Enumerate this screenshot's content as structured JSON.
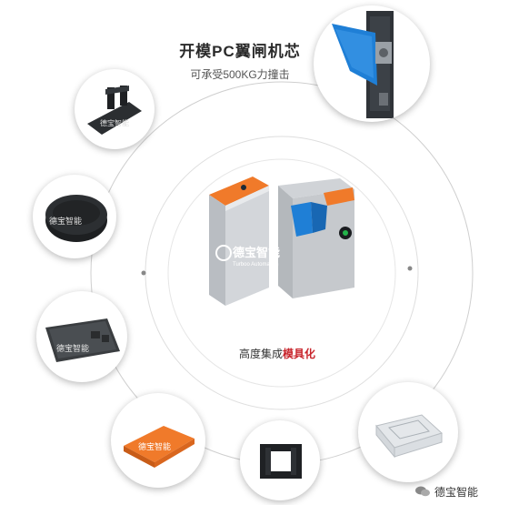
{
  "headline": {
    "title": "开模PC翼闸机芯",
    "subtitle": "可承受500KG力撞击"
  },
  "center_label": {
    "prefix": "高度集成",
    "accent": "模具化"
  },
  "watermark": {
    "icon": "wechat-icon",
    "text": "德宝智能"
  },
  "brand": {
    "logo_text": "德宝智能",
    "logo_sub": "Turboo Automation"
  },
  "colors": {
    "accent_red": "#c8242b",
    "orange_cap": "#f07a2a",
    "blue_flap": "#1f7fd6",
    "steel": "#c9cdd2",
    "orbit": "#bfbfbf"
  }
}
